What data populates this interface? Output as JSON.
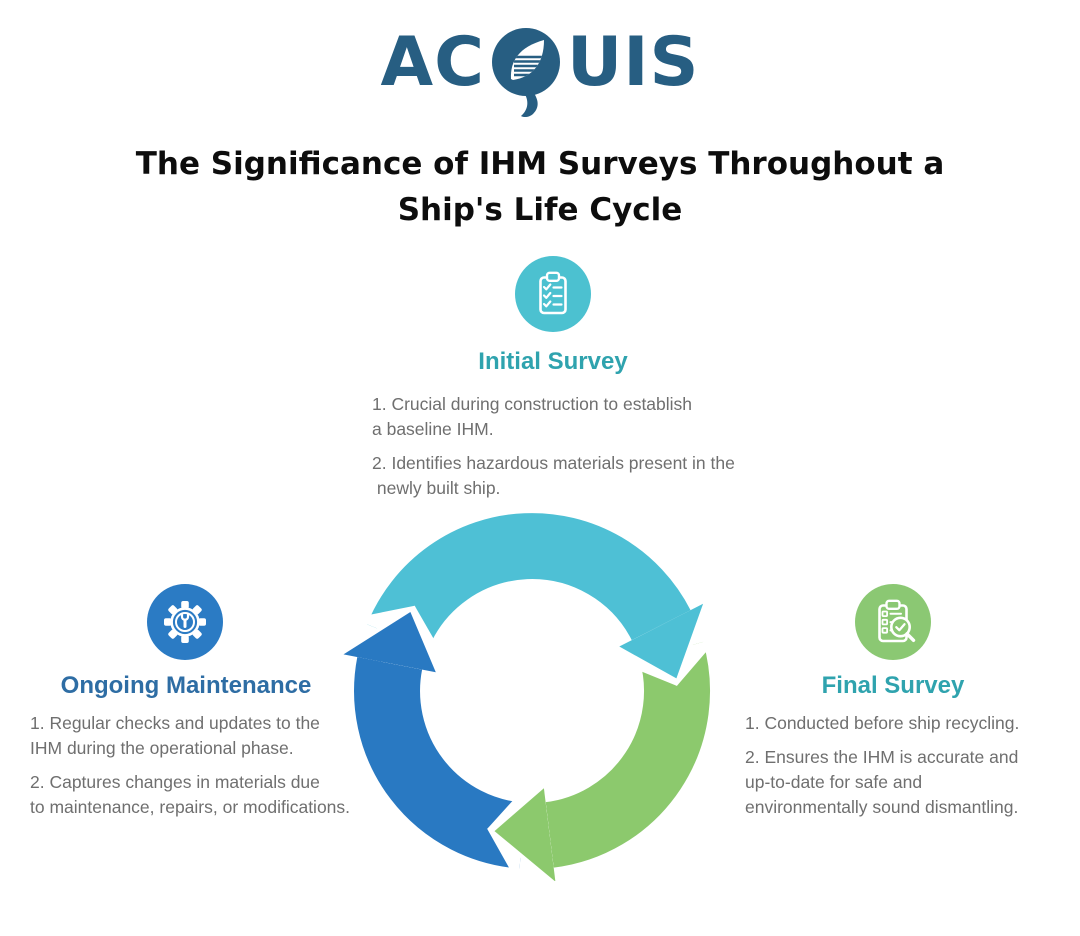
{
  "logo": {
    "text": "ACQUIS",
    "prefix": "AC",
    "suffix": "UIS"
  },
  "title": {
    "line1": "The Significance of IHM Surveys Throughout a",
    "line2": "Ship's Life Cycle"
  },
  "sections": {
    "initial": {
      "heading": "Initial Survey",
      "icon": "clipboard-checklist-icon",
      "items": [
        {
          "lines": [
            "1. Crucial during construction to establish",
            "a baseline IHM."
          ]
        },
        {
          "lines": [
            "2. Identifies hazardous materials present in the",
            " newly built ship."
          ]
        }
      ]
    },
    "ongoing": {
      "heading": "Ongoing Maintenance",
      "icon": "gear-wrench-icon",
      "items": [
        {
          "lines": [
            "1. Regular checks and updates to the",
            "IHM during the operational phase."
          ]
        },
        {
          "lines": [
            "2. Captures changes in materials due",
            "to maintenance, repairs, or modifications."
          ]
        }
      ]
    },
    "final": {
      "heading": "Final Survey",
      "icon": "clipboard-magnifier-icon",
      "items": [
        {
          "lines": [
            "1. Conducted before ship recycling."
          ]
        },
        {
          "lines": [
            "2. Ensures the IHM is accurate and",
            "up-to-date for safe and",
            "environmentally sound dismantling."
          ]
        }
      ]
    }
  },
  "colors": {
    "logo_blue": "#275e82",
    "title_text": "#0d0d0d",
    "teal_heading": "#2fa3ae",
    "blue_heading": "#2e6da4",
    "body_text": "#6f6f6f",
    "icon_circle_teal": "#4cc1d0",
    "icon_circle_blue": "#2b7bc4",
    "icon_circle_green": "#8bc873",
    "arc_teal": "#4ec0d5",
    "arc_green": "#8cc96d",
    "arc_blue": "#2979c2",
    "white": "#ffffff"
  }
}
